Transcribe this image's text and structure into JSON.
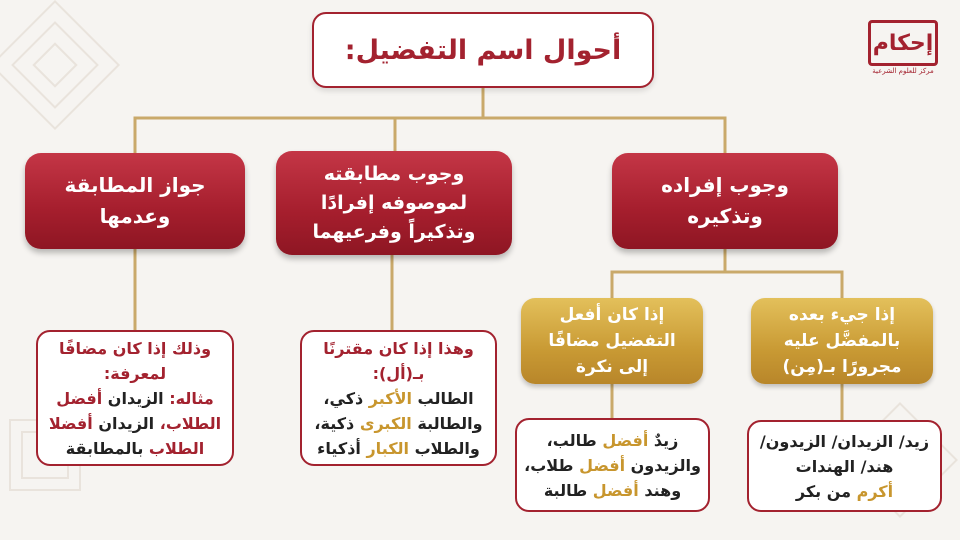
{
  "title": "أحوال اسم التفضيل:",
  "logo": {
    "name": "إحكام",
    "subtitle": "مركز للعلوم الشرعية"
  },
  "colors": {
    "primary_red": "#a3222f",
    "gold": "#c8962e",
    "connector": "#c9a96a",
    "background": "#f6f4f1"
  },
  "branches": [
    {
      "heading": [
        "وجوب إفراده",
        "وتذكيره"
      ],
      "sub_branches": [
        {
          "heading": [
            "إذا جيء بعده",
            "بالمفضَّل عليه",
            "مجرورًا بـ(مِن)"
          ],
          "example": [
            [
              {
                "t": "زيد/ الزيدان/ الزيدون/",
                "c": "dark"
              }
            ],
            [
              {
                "t": "هند/ الهندات",
                "c": "dark"
              }
            ],
            [
              {
                "t": "أكرم",
                "c": "gold"
              },
              {
                "t": " من بكر",
                "c": "dark"
              }
            ]
          ]
        },
        {
          "heading": [
            "إذا كان أفعل",
            "التفضيل مضافًا",
            "إلى نكرة"
          ],
          "example": [
            [
              {
                "t": "زيدٌ ",
                "c": "dark"
              },
              {
                "t": "أفضل",
                "c": "gold"
              },
              {
                "t": " طالب،",
                "c": "dark"
              }
            ],
            [
              {
                "t": "والزيدون ",
                "c": "dark"
              },
              {
                "t": "أفضل",
                "c": "gold"
              },
              {
                "t": " طلاب،",
                "c": "dark"
              }
            ],
            [
              {
                "t": "وهند ",
                "c": "dark"
              },
              {
                "t": "أفضل",
                "c": "gold"
              },
              {
                "t": " طالبة",
                "c": "dark"
              }
            ]
          ]
        }
      ]
    },
    {
      "heading": [
        "وجوب مطابقته",
        "لموصوفه إفرادًا",
        "وتذكيراً وفرعيهما"
      ],
      "note": [
        [
          {
            "t": "وهذا إذا كان مقترنًا",
            "c": "red"
          }
        ],
        [
          {
            "t": "بـ(أل):",
            "c": "red"
          }
        ],
        [
          {
            "t": "الطالب ",
            "c": "dark"
          },
          {
            "t": "الأكبر",
            "c": "gold"
          },
          {
            "t": " ذكي،",
            "c": "dark"
          }
        ],
        [
          {
            "t": "والطالبة ",
            "c": "dark"
          },
          {
            "t": "الكبرى",
            "c": "gold"
          },
          {
            "t": " ذكية،",
            "c": "dark"
          }
        ],
        [
          {
            "t": "والطلاب ",
            "c": "dark"
          },
          {
            "t": "الكبار",
            "c": "gold"
          },
          {
            "t": " أذكياء",
            "c": "dark"
          }
        ]
      ]
    },
    {
      "heading": [
        "جواز المطابقة",
        "وعدمها"
      ],
      "note": [
        [
          {
            "t": "وذلك إذا كان مضافًا",
            "c": "red"
          }
        ],
        [
          {
            "t": "لمعرفة:",
            "c": "red"
          }
        ],
        [
          {
            "t": "مثاله:",
            "c": "red"
          },
          {
            "t": " الزيدان ",
            "c": "dark"
          },
          {
            "t": "أفضل",
            "c": "red"
          }
        ],
        [
          {
            "t": "الطلاب،",
            "c": "red"
          },
          {
            "t": " الزيدان ",
            "c": "dark"
          },
          {
            "t": "أفضلا",
            "c": "red"
          }
        ],
        [
          {
            "t": "الطلاب",
            "c": "red"
          },
          {
            "t": " بالمطابقة",
            "c": "dark"
          }
        ]
      ]
    }
  ]
}
